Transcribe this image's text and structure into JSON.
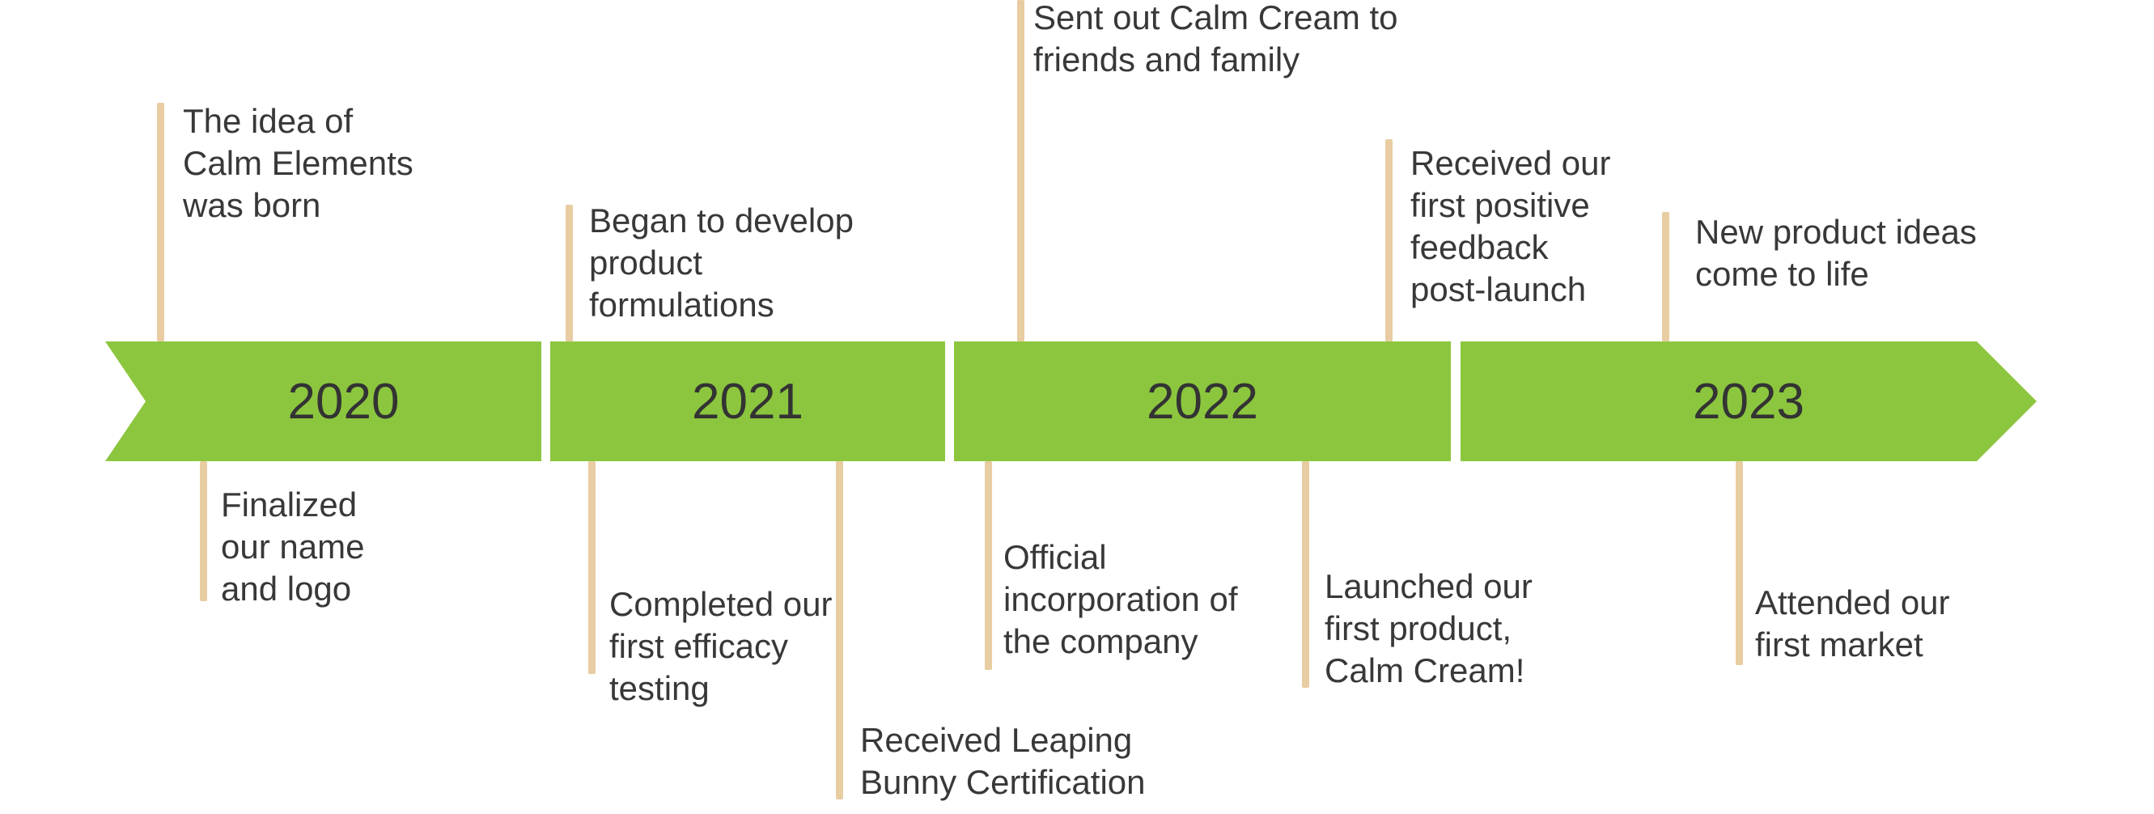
{
  "timeline": {
    "years": [
      "2020",
      "2021",
      "2022",
      "2023"
    ],
    "events_above": [
      {
        "text": "The idea of\nCalm Elements\nwas born"
      },
      {
        "text": "Began to develop\nproduct\nformulations"
      },
      {
        "text": "Sent out Calm Cream to\nfriends and family"
      },
      {
        "text": "Received our\nfirst positive\nfeedback\npost-launch"
      },
      {
        "text": "New product ideas\ncome to life"
      }
    ],
    "events_below": [
      {
        "text": "Finalized\nour name\nand logo"
      },
      {
        "text": "Completed our\nfirst efficacy\ntesting"
      },
      {
        "text": "Received Leaping\nBunny Certification"
      },
      {
        "text": "Official\nincorporation of\nthe company"
      },
      {
        "text": "Launched our\nfirst product,\nCalm Cream!"
      },
      {
        "text": "Attended our\nfirst market"
      }
    ],
    "colors": {
      "band_green": "#8cc63e",
      "tick_tan": "#e8cda2",
      "year_text": "#333333",
      "event_text": "#383838",
      "background": "#ffffff"
    }
  }
}
